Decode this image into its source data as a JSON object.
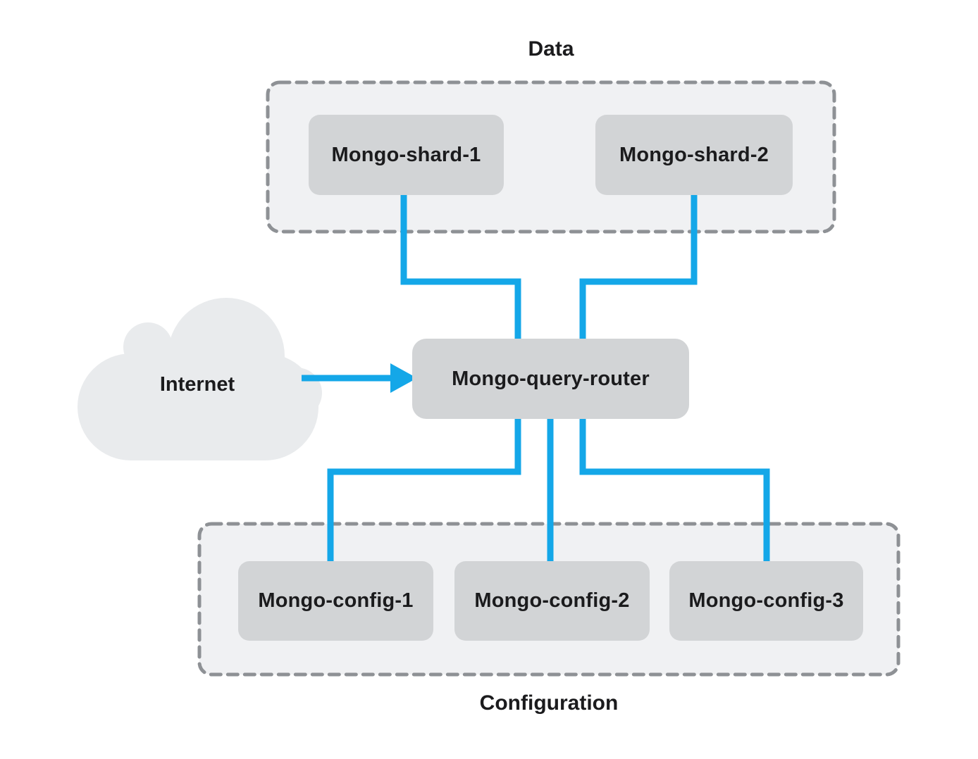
{
  "diagram_type": "architecture-diagram",
  "groups": {
    "data": {
      "label": "Data"
    },
    "configuration": {
      "label": "Configuration"
    }
  },
  "nodes": {
    "shard1": {
      "label": "Mongo-shard-1",
      "group": "Data"
    },
    "shard2": {
      "label": "Mongo-shard-2",
      "group": "Data"
    },
    "router": {
      "label": "Mongo-query-router",
      "group": null
    },
    "config1": {
      "label": "Mongo-config-1",
      "group": "Configuration"
    },
    "config2": {
      "label": "Mongo-config-2",
      "group": "Configuration"
    },
    "config3": {
      "label": "Mongo-config-3",
      "group": "Configuration"
    }
  },
  "cloud": {
    "label": "Internet"
  },
  "edges": [
    {
      "from": "Internet",
      "to": "Mongo-query-router",
      "style": "arrow"
    },
    {
      "from": "Mongo-shard-1",
      "to": "Mongo-query-router",
      "style": "line"
    },
    {
      "from": "Mongo-shard-2",
      "to": "Mongo-query-router",
      "style": "line"
    },
    {
      "from": "Mongo-query-router",
      "to": "Mongo-config-1",
      "style": "line"
    },
    {
      "from": "Mongo-query-router",
      "to": "Mongo-config-2",
      "style": "line"
    },
    {
      "from": "Mongo-query-router",
      "to": "Mongo-config-3",
      "style": "line"
    }
  ],
  "colors": {
    "connector": "#14a7e8",
    "node_fill": "#d2d4d6",
    "group_fill": "#f0f1f3",
    "group_border": "#8e9195",
    "cloud_fill": "#e9ebed",
    "text": "#1b1b1d",
    "background": "#ffffff"
  }
}
